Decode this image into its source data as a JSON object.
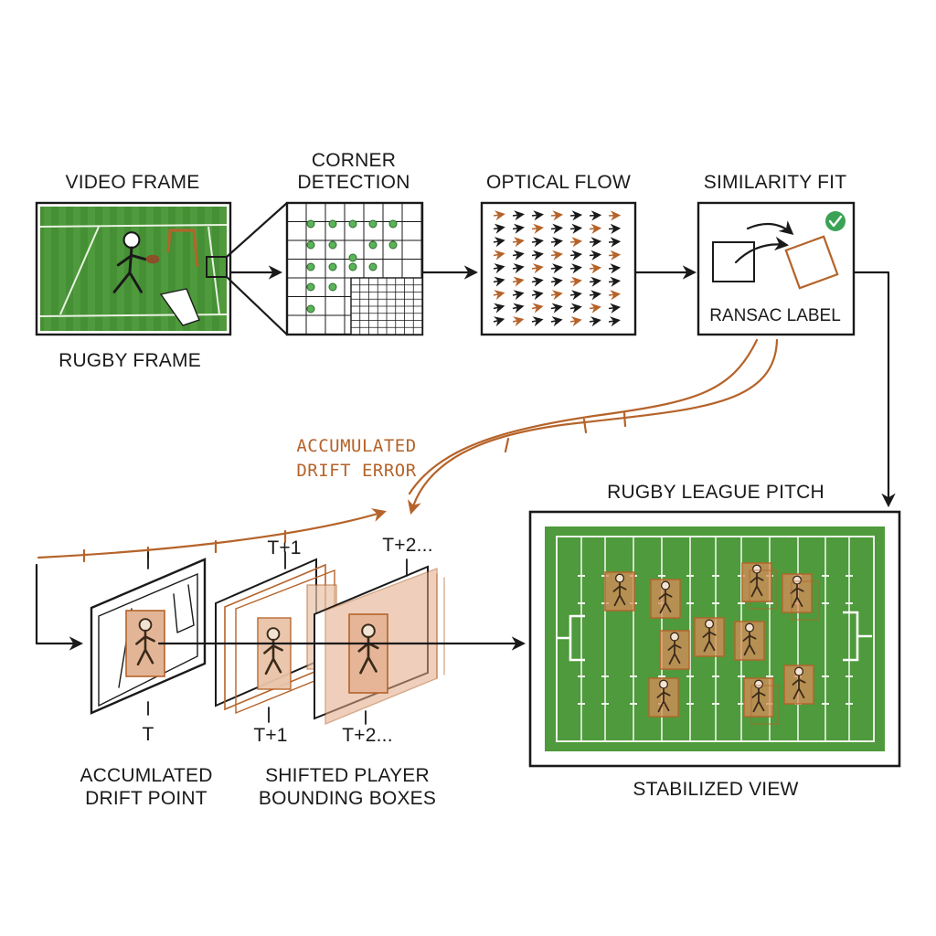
{
  "stages": {
    "video_frame": {
      "title": "VIDEO FRAME",
      "caption": "RUGBY FRAME"
    },
    "corner_detection": {
      "title_line1": "CORNER",
      "title_line2": "DETECTION"
    },
    "optical_flow": {
      "title": "OPTICAL FLOW"
    },
    "similarity_fit": {
      "title": "SIMILARITY FIT",
      "box_label": "RANSAC LABEL"
    }
  },
  "drift": {
    "label_line1": "ACCUMULATED",
    "label_line2": "DRIFT ERROR",
    "frames": {
      "t0": "T",
      "t1": "T+1",
      "t2": "T+2...",
      "t1_top": "T+1",
      "t2_top": "T+2..."
    },
    "caption_left_line1": "ACCUMLATED",
    "caption_left_line2": "DRIFT POINT",
    "caption_mid_line1": "SHIFTED PLAYER",
    "caption_mid_line2": "BOUNDING BOXES"
  },
  "pitch": {
    "title": "RUGBY LEAGUE PITCH",
    "caption": "STABILIZED VIEW"
  },
  "icons": [
    "check-icon",
    "player-icon",
    "arrow-icon",
    "goalpost-icon"
  ],
  "colors": {
    "ink": "#1a1a1a",
    "accent": "#b5632a",
    "grass": "#4e9a3c",
    "grass_dark": "#3f8530",
    "check": "#3aa355"
  }
}
